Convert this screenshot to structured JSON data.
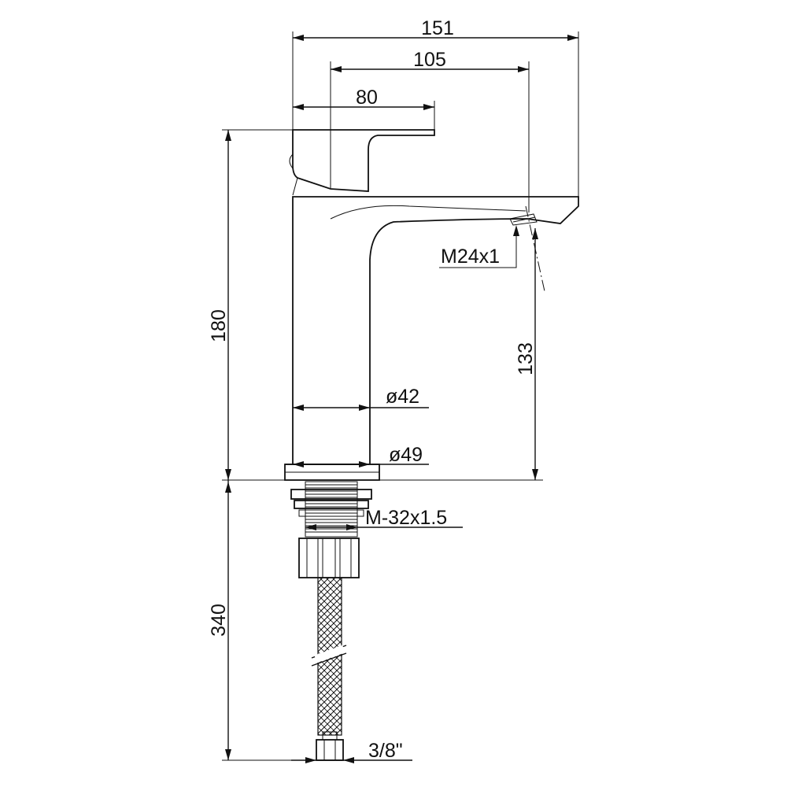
{
  "drawing": {
    "line_color": "#111111",
    "background": "#ffffff"
  },
  "dimensions": {
    "overall_length": "151",
    "spout_reach": "105",
    "handle_length": "80",
    "total_height": "180",
    "spout_height": "133",
    "aerator_thread": "M24x1",
    "body_diameter": "ø42",
    "base_diameter": "ø49",
    "shank_thread": "M-32x1.5",
    "hose_length": "340",
    "hose_connection": "3/8\""
  }
}
